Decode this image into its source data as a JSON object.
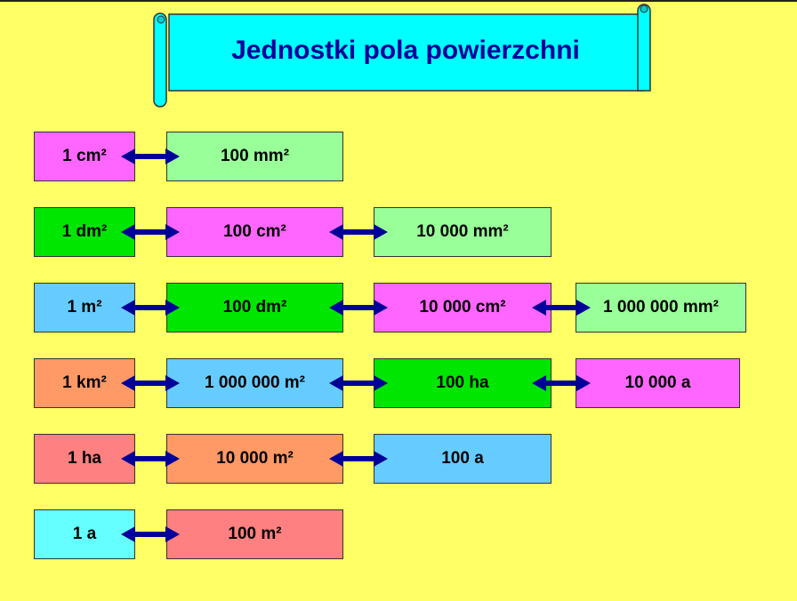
{
  "title": "Jednostki pola powierzchni",
  "colors": {
    "background": "#ffff66",
    "banner": "#00ffff",
    "title": "#000099",
    "arrow": "#000099",
    "magenta": "#ff66ff",
    "light_green": "#99ff99",
    "green": "#00e600",
    "light_blue": "#66ccff",
    "orange": "#ff9966",
    "salmon": "#ff8080",
    "cyan": "#66ffff"
  },
  "rows": [
    [
      "1 cm²",
      "100 mm²"
    ],
    [
      "1 dm²",
      "100 cm²",
      "10 000 mm²"
    ],
    [
      "1 m²",
      "100 dm²",
      "10 000 cm²",
      "1 000 000 mm²"
    ],
    [
      "1 km²",
      "1 000 000 m²",
      "100 ha",
      "10 000 a"
    ],
    [
      "1 ha",
      "10 000 m²",
      "100 a"
    ],
    [
      "1 a",
      "100 m²"
    ]
  ]
}
